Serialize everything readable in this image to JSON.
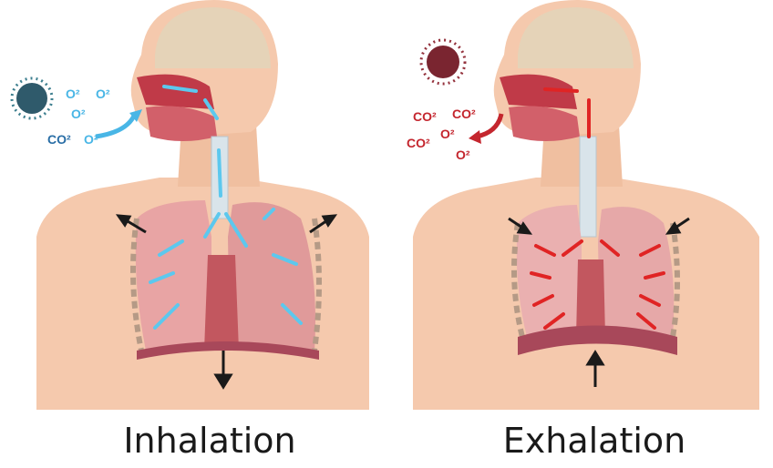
{
  "inhalation": {
    "caption": "Inhalation",
    "gas_labels": [
      "O²",
      "O²",
      "O²",
      "CO²",
      "O²"
    ],
    "arrow_color": "#5cc8ee",
    "gas_color": "#49b6e6"
  },
  "exhalation": {
    "caption": "Exhalation",
    "gas_labels": [
      "CO²",
      "CO²",
      "CO²",
      "O²",
      "O²"
    ],
    "arrow_color": "#e02424",
    "gas_color": "#c4262e"
  },
  "colors": {
    "skin": "#f5c9ad",
    "lung": "#e8a4a4",
    "ribcage": "#b59a86",
    "diaphragm": "#a8485a",
    "trachea": "#d9e4ea"
  }
}
